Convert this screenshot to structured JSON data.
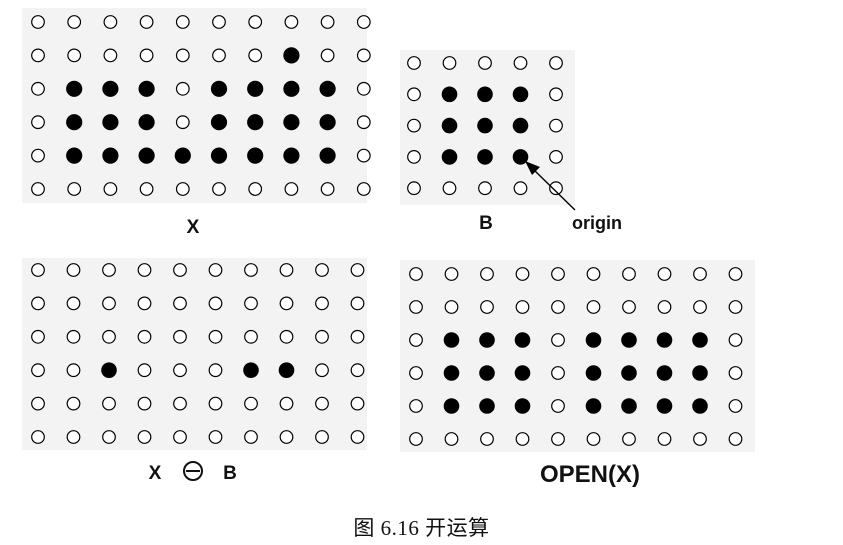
{
  "panels": {
    "x": {
      "label": "X",
      "grid": [
        "0000000000",
        "0000000100",
        "0111011110",
        "0111011110",
        "0111111110",
        "0000000000"
      ]
    },
    "b": {
      "label": "B",
      "grid": [
        "00000",
        "01110",
        "01110",
        "01110",
        "00000"
      ],
      "origin_label": "origin"
    },
    "erosion": {
      "label_x": "X",
      "label_b": "B",
      "grid": [
        "0000000000",
        "0000000000",
        "0000000000",
        "0010001100",
        "0000000000",
        "0000000000"
      ]
    },
    "open": {
      "label": "OPEN(X)",
      "grid": [
        "0000000000",
        "0000000000",
        "0111011110",
        "0111011110",
        "0111011110",
        "0000000000"
      ]
    }
  },
  "caption": "图 6.16 开运算"
}
